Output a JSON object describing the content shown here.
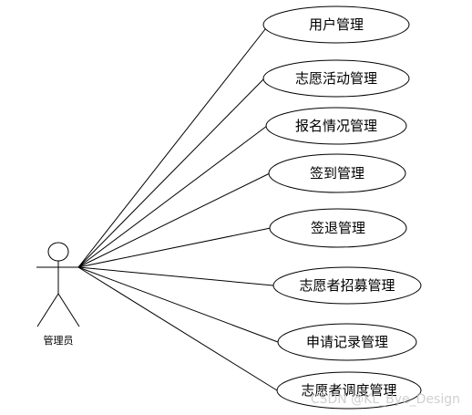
{
  "actor": {
    "label": "管理员"
  },
  "use_cases": [
    {
      "label": "用户管理"
    },
    {
      "label": "志愿活动管理"
    },
    {
      "label": "报名情况管理"
    },
    {
      "label": "签到管理"
    },
    {
      "label": "签退管理"
    },
    {
      "label": "志愿者招募管理"
    },
    {
      "label": "申请记录管理"
    },
    {
      "label": "志愿者调度管理"
    }
  ],
  "watermark": "CSDN @KL_Bye_Design",
  "colors": {
    "stroke": "#000000",
    "background": "#ffffff",
    "watermark": "#c8c8c8"
  }
}
